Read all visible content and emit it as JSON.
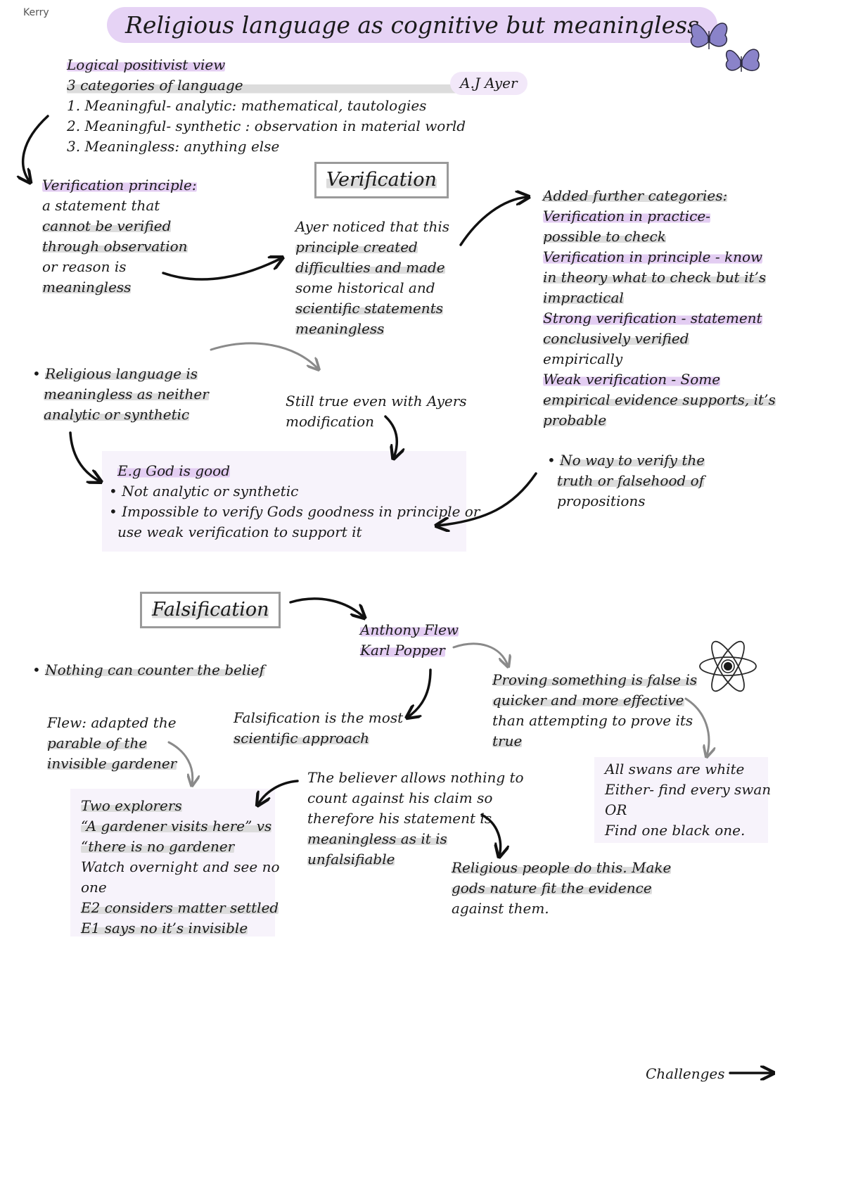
{
  "author": "Kerry",
  "title": "Religious language as cognitive but meaningless",
  "positivism": {
    "heading": "Logical positivist view",
    "lines": [
      "3 categories of language",
      "1. Meaningful- analytic: mathematical, tautologies",
      "2. Meaningful- synthetic : observation in material world",
      "3. Meaningless: anything else"
    ]
  },
  "ayer_badge": "A.J Ayer",
  "verification": {
    "heading": "Verification",
    "principle": {
      "label": "Verification principle:",
      "lines": [
        "a statement that",
        "cannot be verified",
        "through observation",
        "or reason is",
        "meaningless"
      ]
    },
    "ayer_noticed": [
      "Ayer noticed that this",
      "principle created",
      "difficulties and made",
      "some historical and",
      "scientific statements",
      "meaningless"
    ],
    "categories": {
      "lines": [
        "Added further categories:",
        "Verification in practice-",
        "possible to check",
        "Verification in principle - know",
        "in theory what to check but it’s",
        "impractical",
        "Strong verification - statement",
        "conclusively verified",
        "empirically",
        "Weak verification - Some",
        "empirical evidence supports, it’s",
        "probable"
      ]
    },
    "religious_meaningless": [
      "Religious language is",
      "meaningless as neither",
      "analytic or synthetic"
    ],
    "still_true": [
      "Still true even with Ayers",
      "modification"
    ],
    "no_way": [
      "No way to verify the",
      "truth or falsehood of",
      "propositions"
    ],
    "example": {
      "heading": "E.g God is good",
      "bullets": [
        "Not analytic or synthetic",
        "Impossible to verify Gods goodness in principle or",
        "use weak verification to support it"
      ]
    }
  },
  "falsification": {
    "heading": "Falsification",
    "names": [
      "Anthony Flew",
      "Karl Popper"
    ],
    "nothing_counter": "Nothing can counter the belief",
    "proving_false": [
      "Proving something is false is",
      "quicker and more effective",
      "than attempting to prove its",
      "true"
    ],
    "most_scientific": [
      "Falsification is the most",
      "scientific approach"
    ],
    "swans": [
      "All swans are white",
      "Either- find every swan",
      "OR",
      "Find one black one."
    ],
    "flew_parable": [
      "Flew: adapted the",
      "parable of the",
      "invisible gardener"
    ],
    "believer": [
      "The believer allows nothing to",
      "count against his claim so",
      "therefore his statement is",
      "meaningless as it is",
      "unfalsifiable"
    ],
    "explorers": [
      "Two explorers",
      "“A gardener visits here” vs",
      "“there is no gardener",
      "Watch overnight and see no",
      "one",
      "E2 considers matter settled",
      "E1 says no it’s invisible"
    ],
    "religious_people": [
      "Religious people do this. Make",
      "gods nature fit the evidence",
      "against them."
    ]
  },
  "footer_link": "Challenges",
  "colors": {
    "highlight_purple": "#e3cdf2",
    "highlight_grey": "#dcdcdc",
    "panel": "#f7f3fb",
    "box_border": "#9a9a9a",
    "butterfly": "#8a83c9"
  },
  "icons": [
    "butterfly-icon",
    "atom-icon",
    "arrow-right-icon"
  ]
}
